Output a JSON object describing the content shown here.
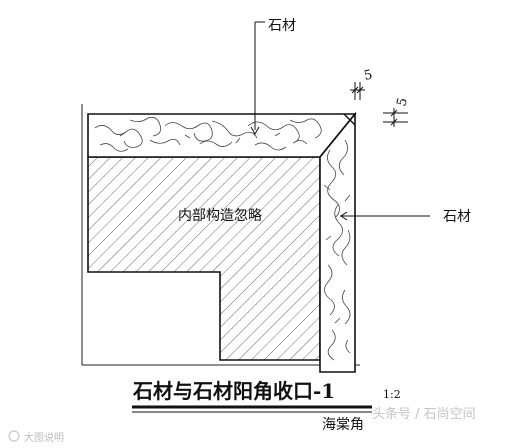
{
  "labels": {
    "stone_top": "石材",
    "stone_right": "石材",
    "interior": "内部构造忽略",
    "dim_a": "5",
    "dim_b": "5"
  },
  "title": {
    "main": "石材与石材阳角收口-1",
    "scale": "1:2",
    "signature": "海棠角"
  },
  "watermarks": {
    "bottom_right": "头条号 / 石尚空间",
    "bottom_left": "大图说明"
  }
}
